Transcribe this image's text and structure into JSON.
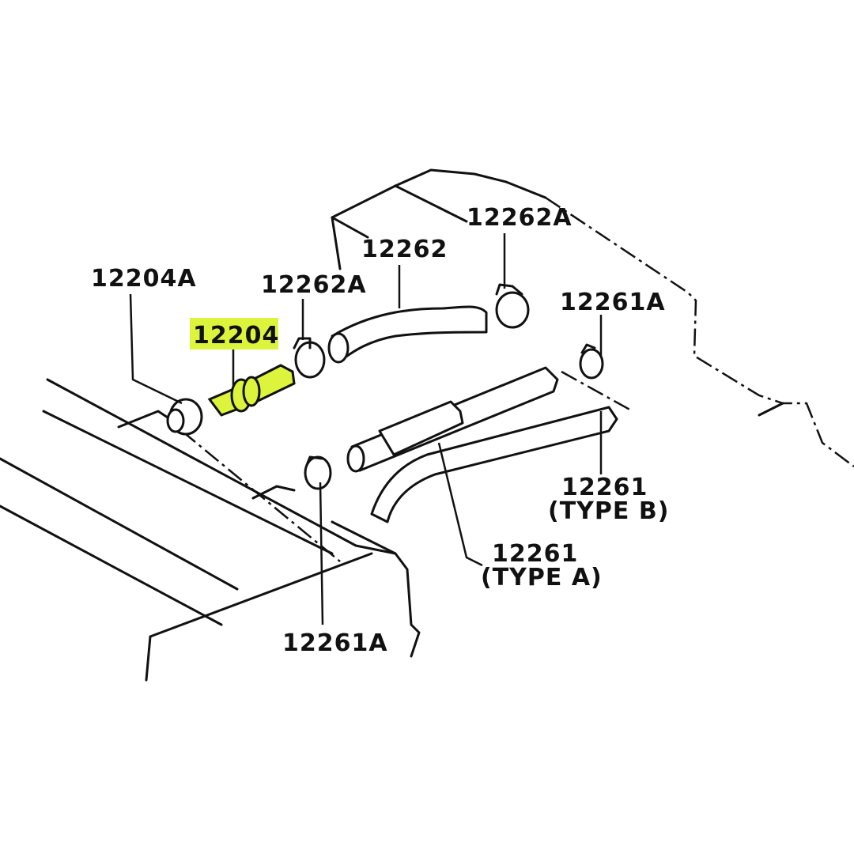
{
  "diagram": {
    "highlight_color": "#dcf53c",
    "labels": {
      "gasket_top": "12204A",
      "pcv_valve": "12204",
      "clamp_left": "12262A",
      "hose_top": "12262",
      "clamp_right": "12262A",
      "clamp_right_lower": "12261A",
      "hose_type_b": "12261",
      "hose_type_b_note": "(TYPE B)",
      "hose_type_a": "12261",
      "hose_type_a_note": "(TYPE A)",
      "clamp_bottom": "12261A"
    }
  }
}
